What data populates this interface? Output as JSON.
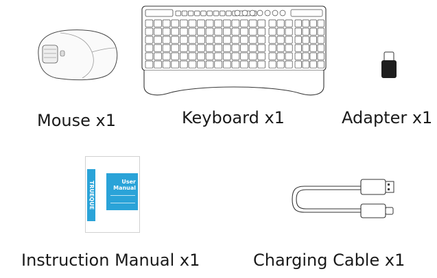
{
  "colors": {
    "outline": "#3a3a3a",
    "manual_accent": "#2aa3d8",
    "adapter_fill": "#1e1e1e"
  },
  "items": [
    {
      "label": "Mouse x1",
      "icon": "mouse-icon"
    },
    {
      "label": "Keyboard x1",
      "icon": "keyboard-icon"
    },
    {
      "label": "Adapter x1",
      "icon": "usb-adapter-icon"
    },
    {
      "label": "Instruction Manual x1",
      "icon": "instruction-manual-icon"
    },
    {
      "label": "Charging Cable x1",
      "icon": "charging-cable-icon"
    }
  ],
  "manual": {
    "brand": "TRUEQUE",
    "title_line1": "User",
    "title_line2": "Manual"
  }
}
